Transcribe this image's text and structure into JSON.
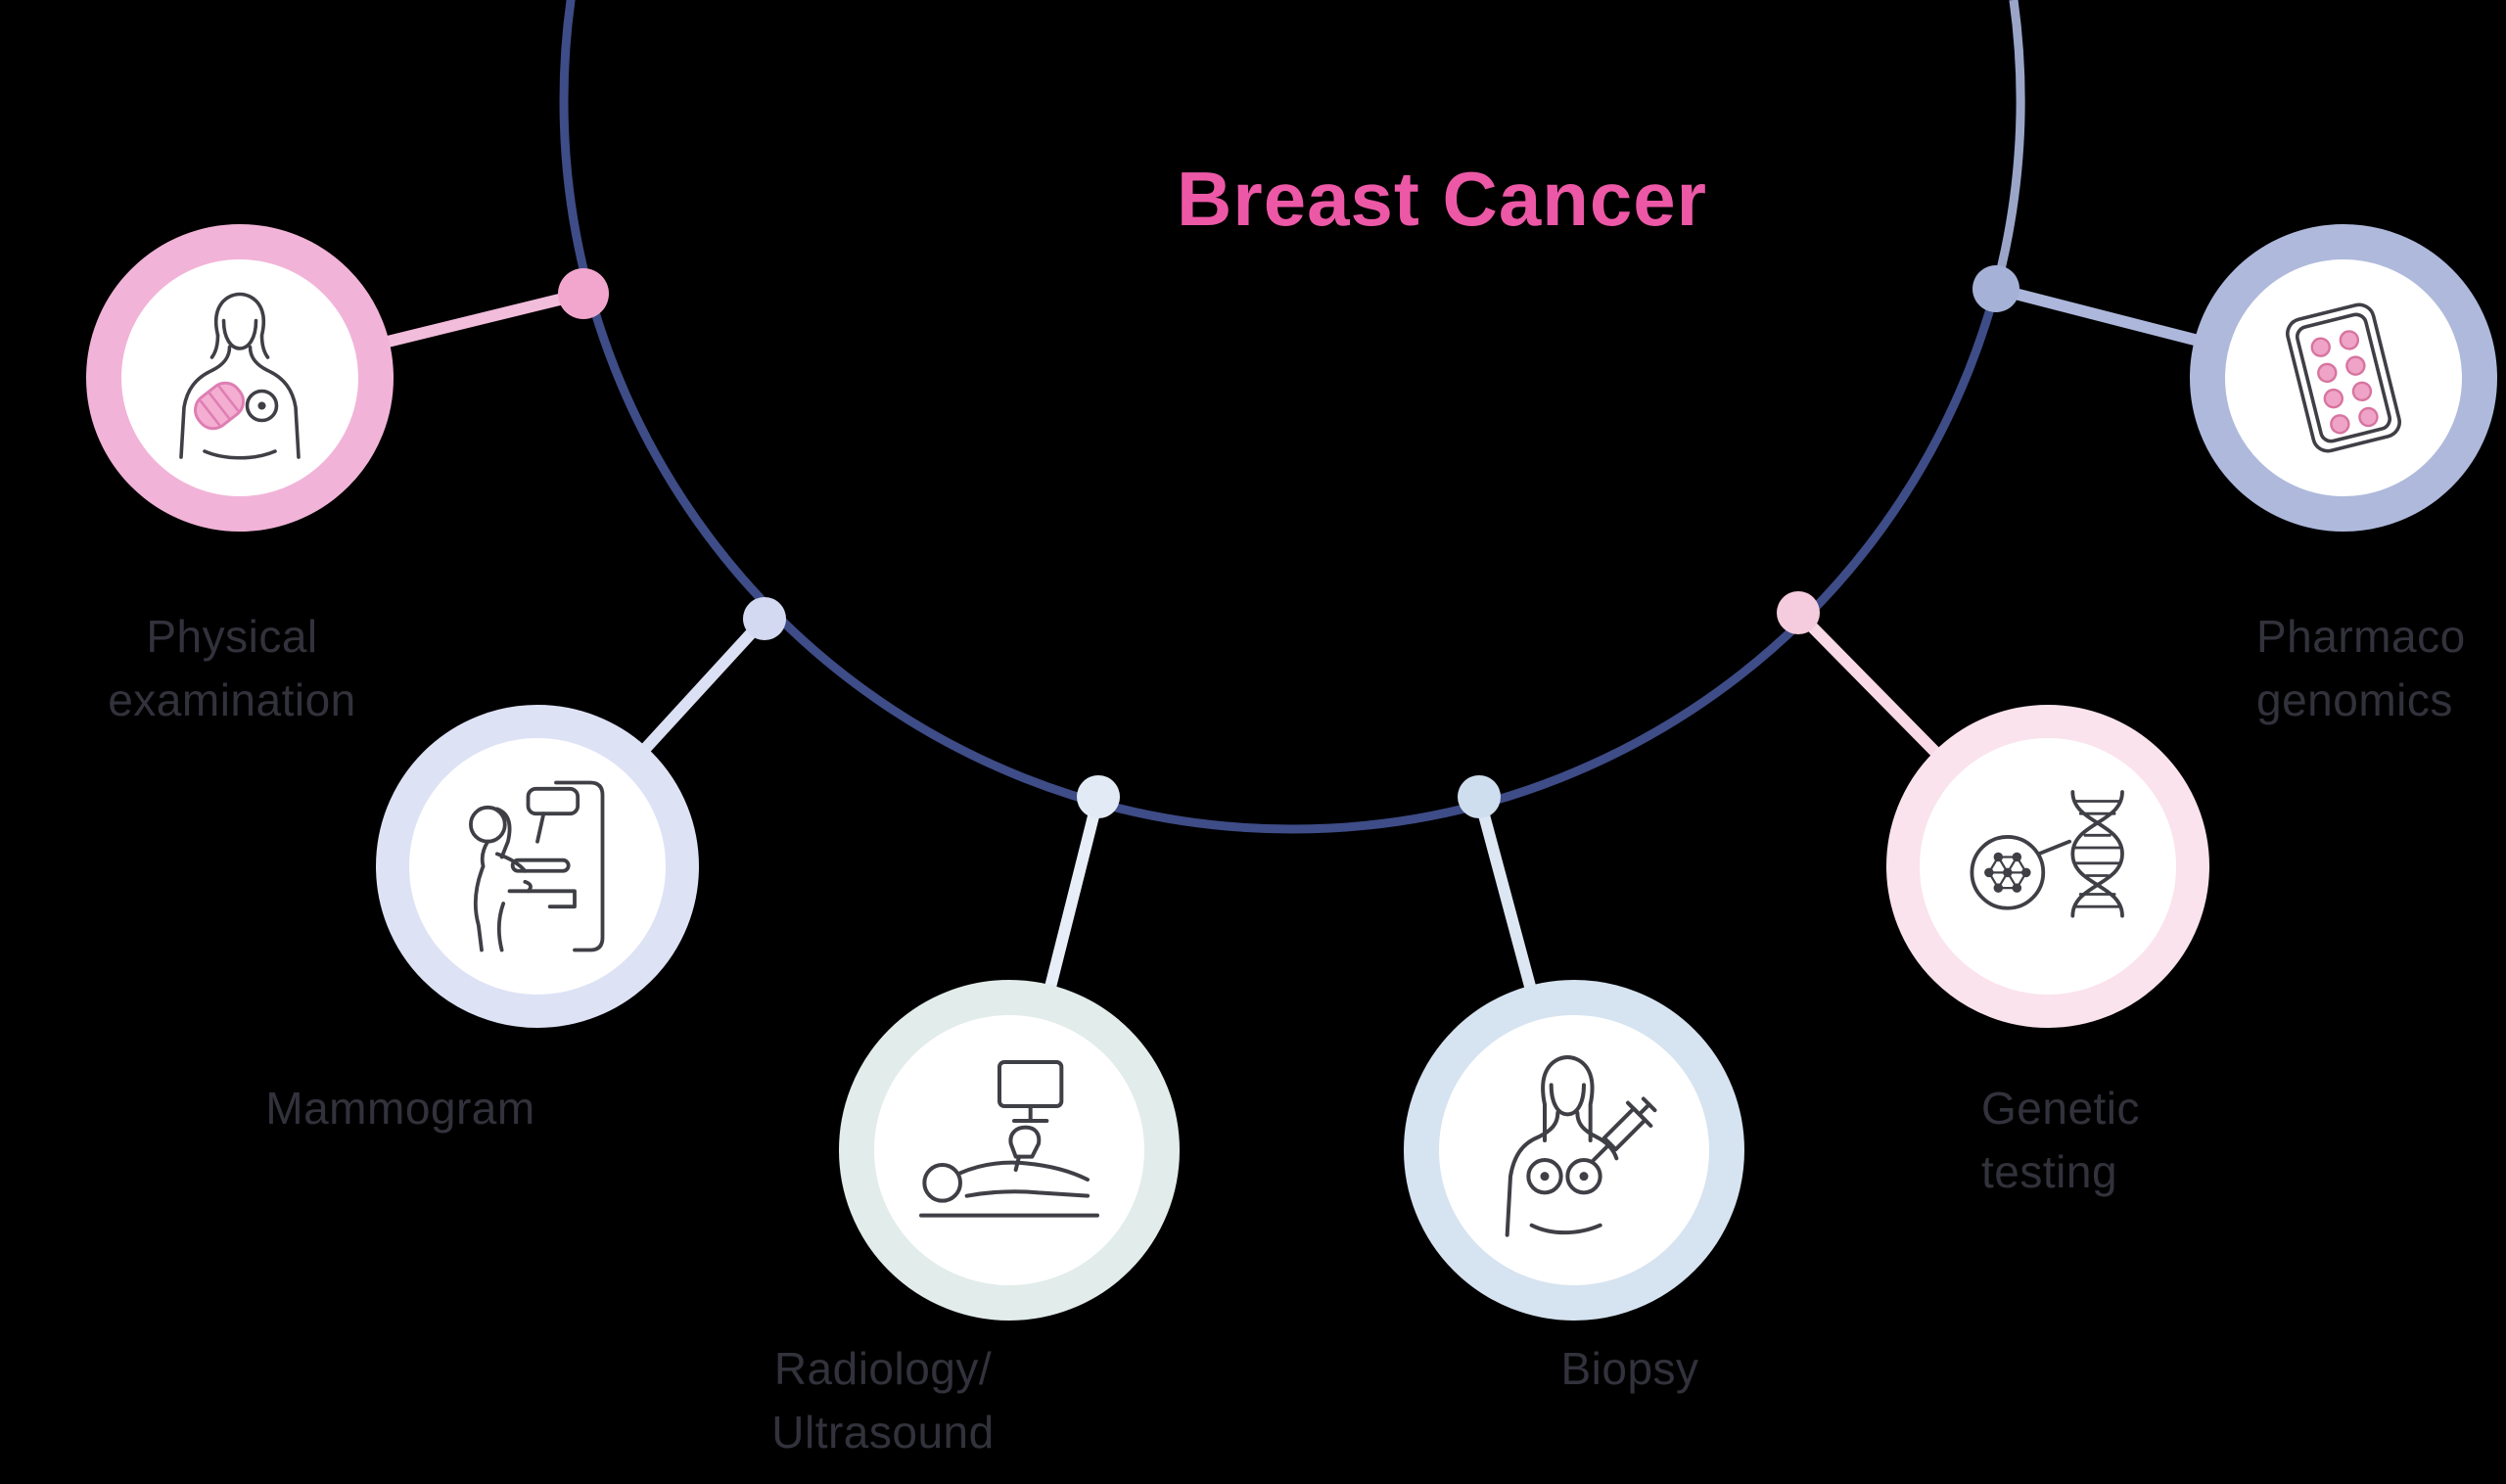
{
  "title": {
    "text": "Breast Cancer",
    "color": "#EC58A6"
  },
  "items": [
    {
      "id": "physical-examination",
      "label_lines": [
        "Physical",
        "examination"
      ],
      "icon": "self-exam-icon",
      "ring_color": "#F2B3D8",
      "node_color": "#F2A6CD",
      "line_color": "#F2BCDB"
    },
    {
      "id": "mammogram",
      "label_lines": [
        "Mammogram"
      ],
      "icon": "mammogram-machine-icon",
      "ring_color": "#DEE2F5",
      "node_color": "#D3D9F0",
      "line_color": "#DCE0F4"
    },
    {
      "id": "radiology-ultrasound",
      "label_lines": [
        "Radiology/",
        "Ultrasound"
      ],
      "icon": "ultrasound-icon",
      "ring_color": "#E2ECEA",
      "node_color": "#E2EBF5",
      "line_color": "#E7EEF7"
    },
    {
      "id": "biopsy",
      "label_lines": [
        "Biopsy"
      ],
      "icon": "biopsy-syringe-icon",
      "ring_color": "#D6E3F0",
      "node_color": "#CFDEEE",
      "line_color": "#DCE7F3"
    },
    {
      "id": "genetic-testing",
      "label_lines": [
        "Genetic",
        "testing"
      ],
      "icon": "dna-molecule-icon",
      "ring_color": "#FAE3EC",
      "node_color": "#F5CCDD",
      "line_color": "#F8D9E5"
    },
    {
      "id": "pharmacogenomics",
      "label_lines": [
        "Pharmaco",
        "genomics"
      ],
      "icon": "pill-blister-icon",
      "ring_color": "#AEB9DC",
      "node_color": "#A5B1D7",
      "line_color": "#ACB7DB"
    }
  ],
  "palette": {
    "background": "#000000",
    "arc": "#3E4C87",
    "arc_light_segment": "#9AA5C8",
    "label_text": "#32323C",
    "icon_stroke": "#3F3F46",
    "icon_pink_fill": "#F4AED2",
    "pill_fill": "#EFA3C7"
  }
}
